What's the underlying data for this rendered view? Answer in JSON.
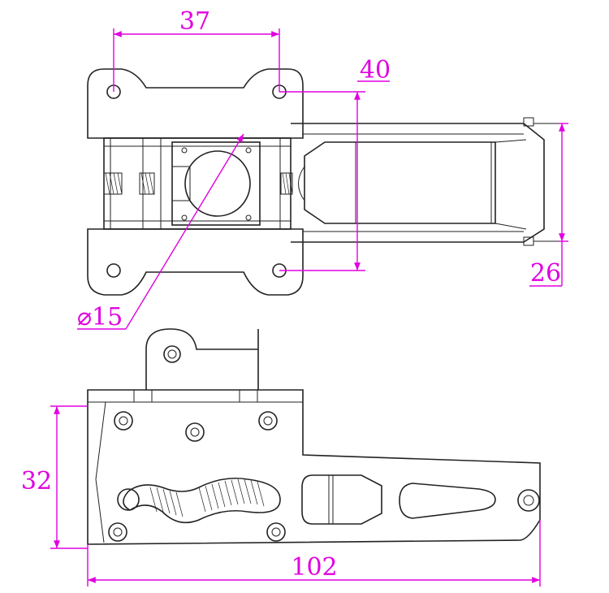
{
  "dimensions": {
    "top_hole_spacing": "37",
    "inner_width": "40",
    "side_height": "26",
    "bore_diameter": "⌀15",
    "body_height": "32",
    "overall_length": "102"
  },
  "colors": {
    "outline": "#222222",
    "dimension": "#e000e0",
    "background": "#ffffff"
  }
}
